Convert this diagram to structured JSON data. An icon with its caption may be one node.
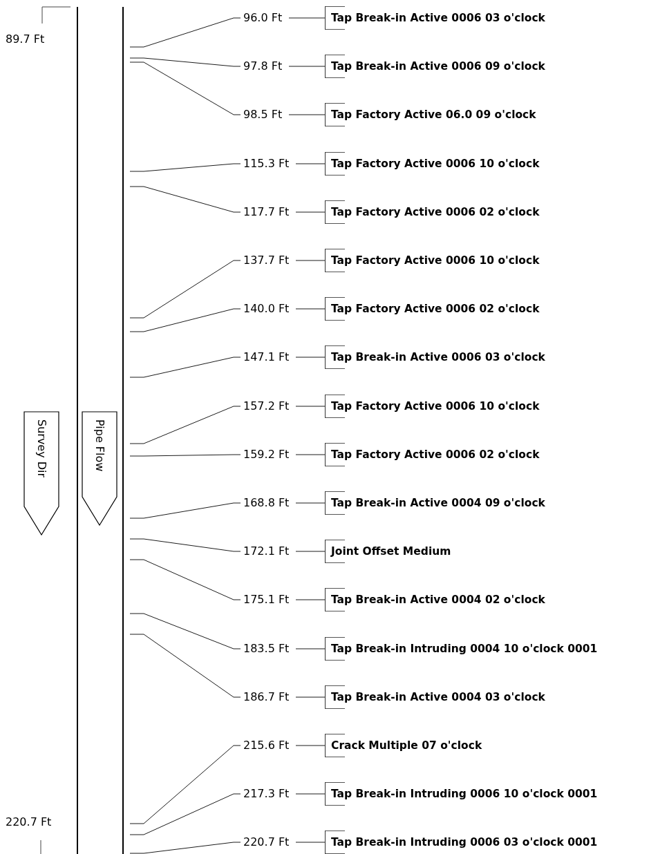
{
  "diagram": {
    "nodes": [
      {
        "text": [
          "Survey Dir"
        ]
      },
      {
        "text": [
          "Pipe Flow"
        ]
      },
      {
        "text": [
          "96.0 Ft"
        ]
      },
      {
        "text": [
          "Tap Break-in Active 0006 03 o'clock"
        ]
      },
      {
        "text": [
          "97.8 Ft"
        ]
      },
      {
        "text": [
          "Tap Break-in Active 0006 09 o'clock"
        ]
      },
      {
        "text": [
          "98.5 Ft"
        ]
      },
      {
        "text": [
          "Tap Factory Active 06.0 09 o'clock"
        ]
      },
      {
        "text": [
          "115.3 Ft"
        ]
      },
      {
        "text": [
          "Tap Factory Active 0006 10 o'clock"
        ]
      },
      {
        "text": [
          "117.7 Ft"
        ]
      },
      {
        "text": [
          "Tap Factory Active 0006 02 o'clock"
        ]
      },
      {
        "text": [
          "137.7 Ft"
        ]
      },
      {
        "text": [
          "Tap Factory Active 0006 10 o'clock"
        ]
      },
      {
        "text": [
          "140.0 Ft"
        ]
      },
      {
        "text": [
          "Tap Factory Active 0006 02 o'clock"
        ]
      },
      {
        "text": [
          "147.1 Ft"
        ]
      },
      {
        "text": [
          "Tap Break-in Active 0006 03 o'clock"
        ]
      },
      {
        "text": [
          "157.2 Ft"
        ]
      },
      {
        "text": [
          "Tap Factory Active 0006 10 o'clock"
        ]
      },
      {
        "text": [
          "159.2 Ft"
        ]
      },
      {
        "text": [
          "Tap Factory Active 0006 02 o'clock"
        ]
      },
      {
        "text": [
          "168.8 Ft"
        ]
      },
      {
        "text": [
          "Tap Break-in Active 0004 09 o'clock"
        ]
      },
      {
        "text": [
          "172.1 Ft"
        ]
      },
      {
        "text": [
          "Joint Offset Medium"
        ]
      },
      {
        "text": [
          "175.1 Ft"
        ]
      },
      {
        "text": [
          "Tap Break-in Active 0004 02 o'clock"
        ]
      },
      {
        "text": [
          "183.5 Ft"
        ]
      },
      {
        "text": [
          "Tap Break-in Intruding 0004 10 o'clock 0001"
        ]
      },
      {
        "text": [
          "186.7 Ft"
        ]
      },
      {
        "text": [
          "Tap Break-in Active 0004 03 o'clock"
        ]
      },
      {
        "text": [
          "215.6 Ft"
        ]
      },
      {
        "text": [
          "Crack Multiple  07 o'clock"
        ]
      },
      {
        "text": [
          "217.3 Ft"
        ]
      },
      {
        "text": [
          "Tap Break-in Intruding 0006 10 o'clock 0001"
        ]
      },
      {
        "text": [
          "220.7 Ft"
        ]
      },
      {
        "text": [
          "Tap Break-in Intruding 0006 03 o'clock 0001"
        ]
      }
    ],
    "edges": [
      {
        "from": null,
        "to": 2,
        "arrow": "none"
      },
      {
        "from": 2,
        "to": 3,
        "arrow": "none"
      },
      {
        "from": null,
        "to": 4,
        "arrow": "none"
      },
      {
        "from": 4,
        "to": 5,
        "arrow": "none"
      },
      {
        "from": null,
        "to": 6,
        "arrow": "none"
      },
      {
        "from": 6,
        "to": 7,
        "arrow": "none"
      },
      {
        "from": null,
        "to": 8,
        "arrow": "none"
      },
      {
        "from": 8,
        "to": 9,
        "arrow": "none"
      },
      {
        "from": null,
        "to": 10,
        "arrow": "none"
      },
      {
        "from": 10,
        "to": 11,
        "arrow": "none"
      },
      {
        "from": null,
        "to": 12,
        "arrow": "none"
      },
      {
        "from": 12,
        "to": 13,
        "arrow": "none"
      },
      {
        "from": null,
        "to": 14,
        "arrow": "none"
      },
      {
        "from": 14,
        "to": 15,
        "arrow": "none"
      },
      {
        "from": null,
        "to": 16,
        "arrow": "none"
      },
      {
        "from": 16,
        "to": 17,
        "arrow": "none"
      },
      {
        "from": null,
        "to": 18,
        "arrow": "none"
      },
      {
        "from": 18,
        "to": 19,
        "arrow": "none"
      },
      {
        "from": null,
        "to": 20,
        "arrow": "none"
      },
      {
        "from": 20,
        "to": 21,
        "arrow": "none"
      },
      {
        "from": null,
        "to": 22,
        "arrow": "none"
      },
      {
        "from": 22,
        "to": 23,
        "arrow": "none"
      },
      {
        "from": null,
        "to": 24,
        "arrow": "none"
      },
      {
        "from": 24,
        "to": 25,
        "arrow": "none"
      },
      {
        "from": null,
        "to": 26,
        "arrow": "none"
      },
      {
        "from": 26,
        "to": 27,
        "arrow": "none"
      },
      {
        "from": null,
        "to": 28,
        "arrow": "none"
      },
      {
        "from": 28,
        "to": 29,
        "arrow": "none"
      },
      {
        "from": null,
        "to": 30,
        "arrow": "none"
      },
      {
        "from": 30,
        "to": 31,
        "arrow": "none"
      },
      {
        "from": null,
        "to": 32,
        "arrow": "none"
      },
      {
        "from": 32,
        "to": 33,
        "arrow": "none"
      },
      {
        "from": null,
        "to": 34,
        "arrow": "none"
      },
      {
        "from": 34,
        "to": 35,
        "arrow": "none"
      },
      {
        "from": null,
        "to": 36,
        "arrow": "none"
      },
      {
        "from": 36,
        "to": 37,
        "arrow": "none"
      }
    ],
    "labels": [
      "89.7 Ft",
      "220.7 Ft"
    ]
  }
}
